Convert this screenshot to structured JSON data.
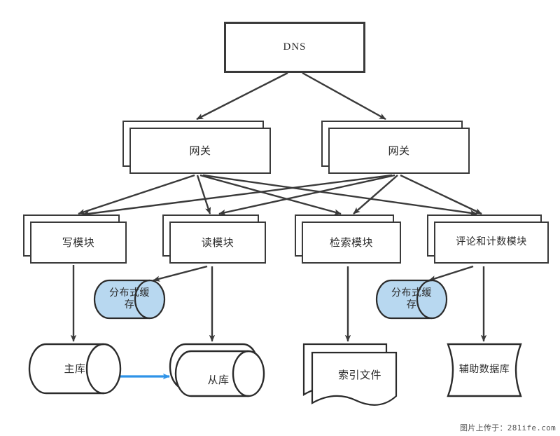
{
  "diagram": {
    "title": "DNS",
    "theme": {
      "line": "#3a3a3a",
      "fill": "#ffffff",
      "cache_fill": "#b8d8f0",
      "cache_stroke": "#2b2b2b",
      "replication_arrow": "#2f93e8",
      "text": "#2b2b2b"
    },
    "nodes": {
      "dns": {
        "label": "DNS",
        "shape": "rectangle"
      },
      "gateway_left": {
        "label": "网关",
        "shape": "stacked-rectangle"
      },
      "gateway_right": {
        "label": "网关",
        "shape": "stacked-rectangle"
      },
      "write_module": {
        "label": "写模块",
        "shape": "stacked-rectangle"
      },
      "read_module": {
        "label": "读模块",
        "shape": "stacked-rectangle"
      },
      "search_module": {
        "label": "检索模块",
        "shape": "stacked-rectangle"
      },
      "comment_count_module": {
        "label": "评论和计数模块",
        "shape": "stacked-rectangle"
      },
      "cache_left": {
        "label": "分布式缓存",
        "shape": "cylinder",
        "fill": "#b8d8f0"
      },
      "cache_right": {
        "label": "分布式缓存",
        "shape": "cylinder",
        "fill": "#b8d8f0"
      },
      "master_db": {
        "label": "主库",
        "shape": "cylinder",
        "fill": "#ffffff"
      },
      "slave_db": {
        "label": "从库",
        "shape": "stacked-cylinder",
        "fill": "#ffffff"
      },
      "index_file": {
        "label": "索引文件",
        "shape": "stacked-document",
        "fill": "#ffffff"
      },
      "aux_db": {
        "label": "辅助数据库",
        "shape": "tape",
        "fill": "#ffffff"
      }
    },
    "edges": [
      {
        "from": "dns",
        "to": "gateway_left",
        "style": "solid-arrow"
      },
      {
        "from": "dns",
        "to": "gateway_right",
        "style": "solid-arrow"
      },
      {
        "from": "gateway_left",
        "to": "write_module",
        "style": "solid-arrow"
      },
      {
        "from": "gateway_left",
        "to": "read_module",
        "style": "solid-arrow"
      },
      {
        "from": "gateway_left",
        "to": "search_module",
        "style": "solid-arrow"
      },
      {
        "from": "gateway_left",
        "to": "comment_count_module",
        "style": "solid-arrow"
      },
      {
        "from": "gateway_right",
        "to": "write_module",
        "style": "solid-arrow"
      },
      {
        "from": "gateway_right",
        "to": "read_module",
        "style": "solid-arrow"
      },
      {
        "from": "gateway_right",
        "to": "search_module",
        "style": "solid-arrow"
      },
      {
        "from": "gateway_right",
        "to": "comment_count_module",
        "style": "solid-arrow"
      },
      {
        "from": "read_module",
        "to": "cache_left",
        "style": "solid-arrow"
      },
      {
        "from": "comment_count_module",
        "to": "cache_right",
        "style": "solid-arrow"
      },
      {
        "from": "write_module",
        "to": "master_db",
        "style": "solid-arrow"
      },
      {
        "from": "read_module",
        "to": "slave_db",
        "style": "solid-arrow"
      },
      {
        "from": "search_module",
        "to": "index_file",
        "style": "solid-arrow"
      },
      {
        "from": "comment_count_module",
        "to": "aux_db",
        "style": "solid-arrow"
      },
      {
        "from": "master_db",
        "to": "slave_db",
        "style": "replication-arrow",
        "color": "#2f93e8"
      }
    ]
  },
  "watermark": {
    "text": "图片上传于：281ife.com"
  }
}
